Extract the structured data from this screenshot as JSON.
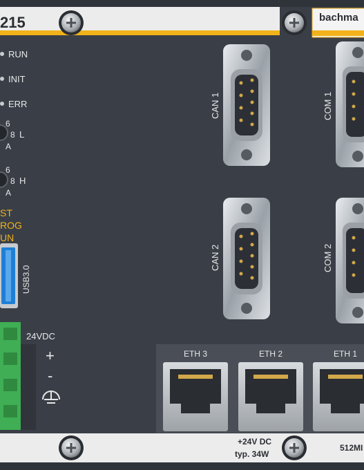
{
  "header": {
    "model_number": "215",
    "brand": "bachma"
  },
  "leds": [
    {
      "label": "RUN"
    },
    {
      "label": "INIT"
    },
    {
      "label": "ERR"
    }
  ],
  "switches": [
    {
      "top": "6",
      "mid": "8",
      "bottom": "A",
      "suffix": "L"
    },
    {
      "top": "6",
      "mid": "8",
      "bottom": "A",
      "suffix": "H"
    }
  ],
  "mode_labels": [
    "ST",
    "ROG",
    "UN"
  ],
  "usb_label": "USB3.0",
  "power": {
    "label": "24VDC",
    "plus": "+",
    "minus": "-",
    "spec_voltage": "+24V DC",
    "spec_power": "typ. 34W"
  },
  "connectors": {
    "can1": "CAN 1",
    "can2": "CAN 2",
    "com1": "COM 1",
    "com2": "COM 2"
  },
  "ethernet": [
    {
      "label": "ETH 3"
    },
    {
      "label": "ETH 2"
    },
    {
      "label": "ETH 1"
    }
  ],
  "memory_label": "512MI",
  "colors": {
    "panel": "#3a3f47",
    "accent_yellow": "#f1b21a",
    "strip": "#ececec",
    "terminal_green": "#3fae54",
    "usb_blue": "#1e7fd6"
  }
}
